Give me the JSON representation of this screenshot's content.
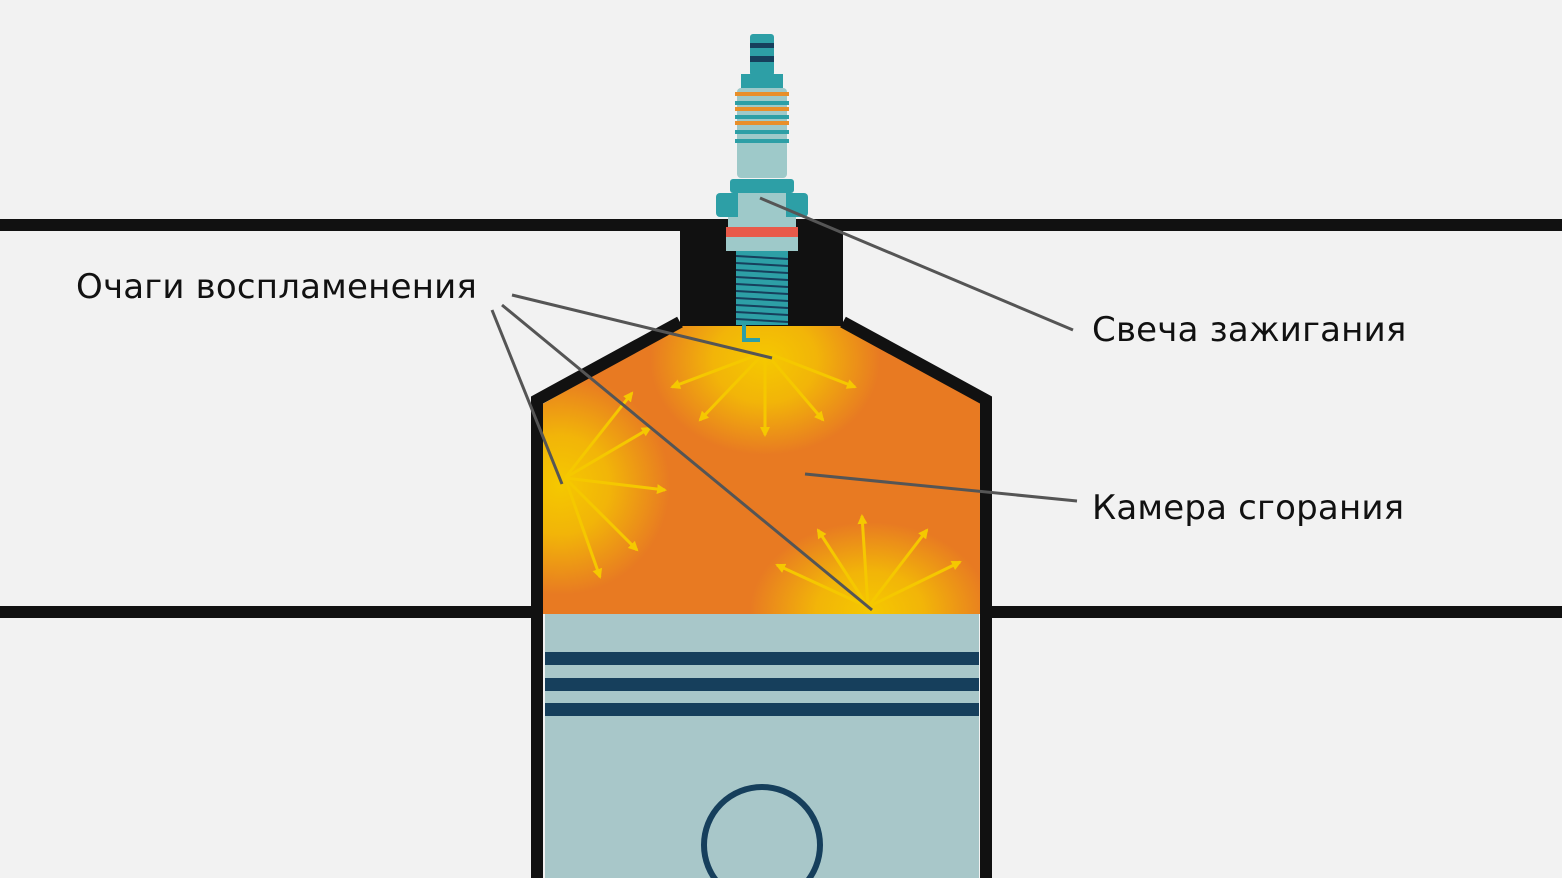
{
  "labels": {
    "ignition_sources": "Очаги воспламенения",
    "spark_plug": "Свеча зажигания",
    "combustion_chamber": "Камера сгорания"
  },
  "colors": {
    "background": "#f2f2f2",
    "wall": "#111111",
    "chamber_fill": "#e87a22",
    "flame_glow": "#f5c800",
    "arrow": "#f5c800",
    "piston": "#a8c7c9",
    "piston_rings": "#163f5c",
    "plug_body": "#9ec9c9",
    "plug_teal": "#2d9fa6",
    "plug_stripe": "#e88f2a",
    "plug_gasket": "#e85a4a",
    "leader_line": "#555555"
  }
}
